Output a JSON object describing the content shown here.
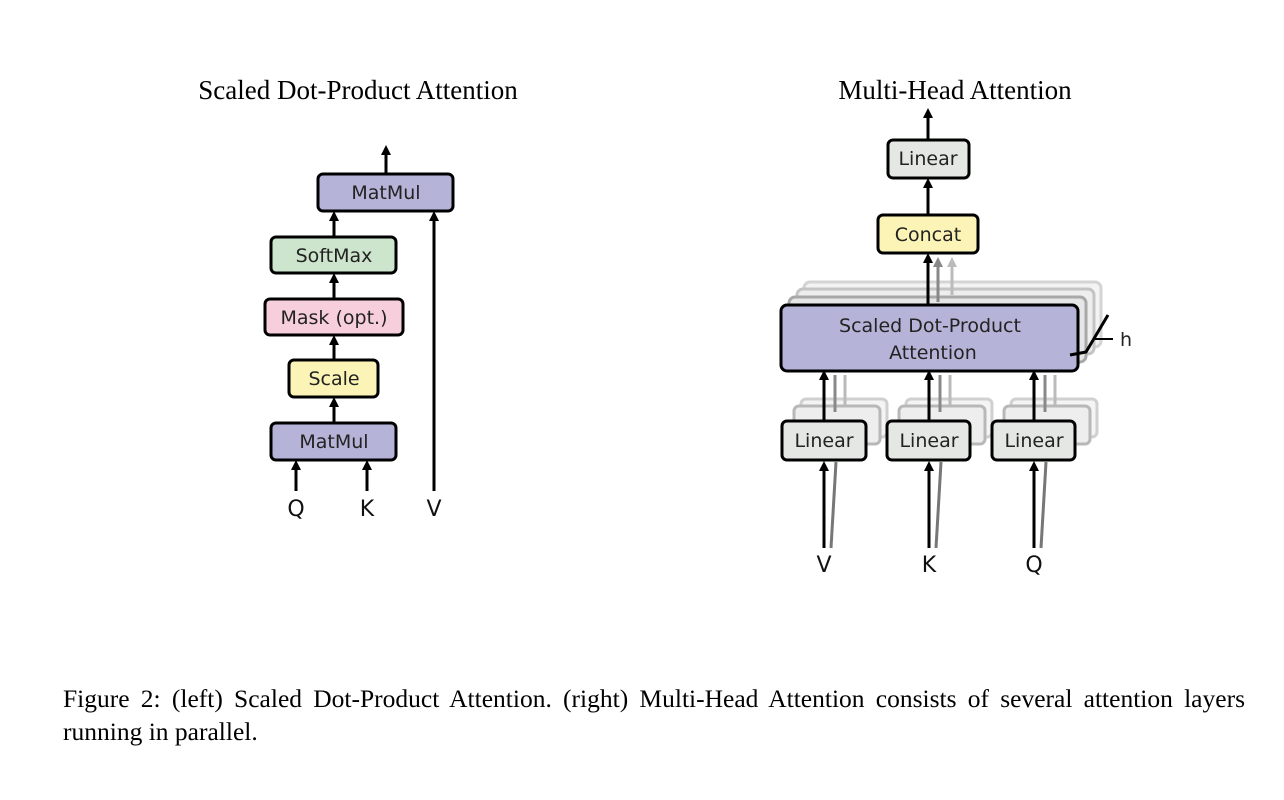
{
  "left": {
    "title": "Scaled Dot-Product Attention",
    "blocks": {
      "matmul_top": "MatMul",
      "softmax": "SoftMax",
      "mask": "Mask (opt.)",
      "scale": "Scale",
      "matmul_bottom": "MatMul"
    },
    "inputs": {
      "q": "Q",
      "k": "K",
      "v": "V"
    }
  },
  "right": {
    "title": "Multi-Head Attention",
    "blocks": {
      "linear_top": "Linear",
      "concat": "Concat",
      "sdpa_line1": "Scaled Dot-Product",
      "sdpa_line2": "Attention",
      "linear_v": "Linear",
      "linear_k": "Linear",
      "linear_q": "Linear"
    },
    "heads_label": "h",
    "inputs": {
      "v": "V",
      "k": "K",
      "q": "Q"
    }
  },
  "caption": "Figure 2: (left) Scaled Dot-Product Attention. (right) Multi-Head Attention consists of several attention layers running in parallel.",
  "colors": {
    "matmul": "#b6b3d8",
    "softmax": "#cce5cc",
    "mask": "#f7cfdc",
    "scale": "#fbf4b6",
    "linear": "#e4e7e4",
    "concat": "#fbf4b6",
    "sdpa": "#b6b3d8"
  }
}
